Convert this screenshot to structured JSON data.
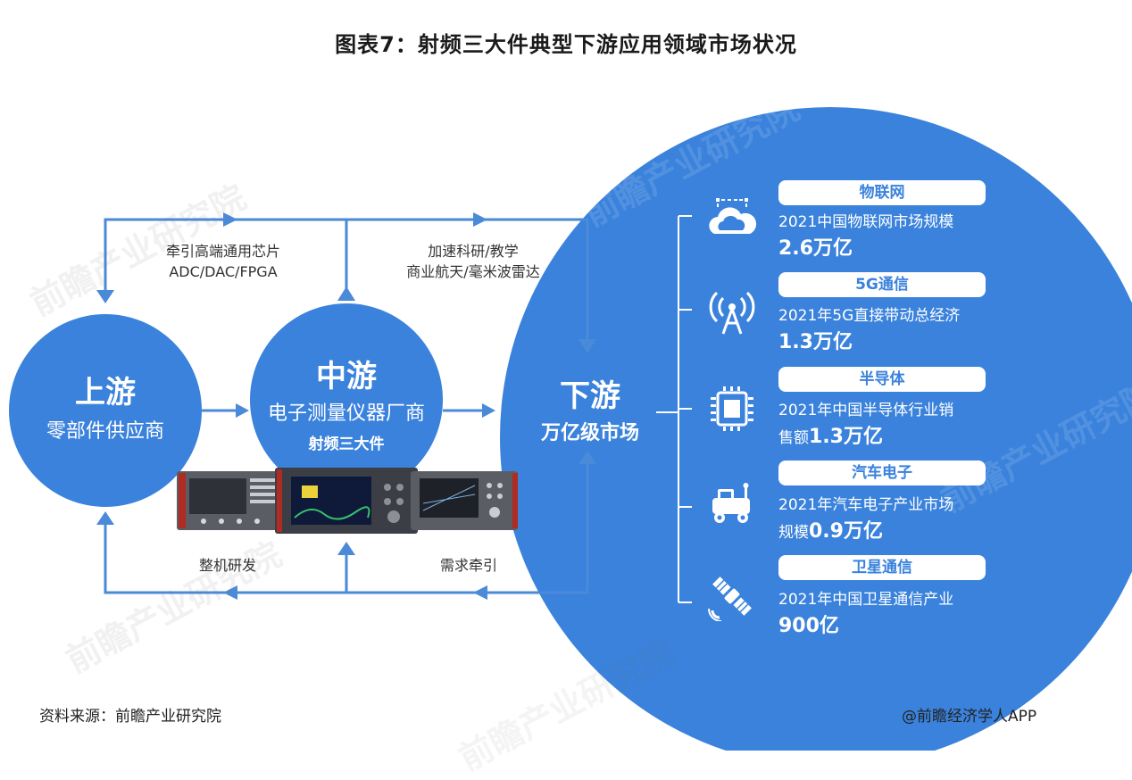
{
  "title": "图表7：射频三大件典型下游应用领域市场状况",
  "upstream": {
    "name": "上游",
    "desc": "零部件供应商"
  },
  "midstream": {
    "name": "中游",
    "desc": "电子测量仪器厂商",
    "sub": "射频三大件"
  },
  "downstream": {
    "name": "下游",
    "desc": "万亿级市场"
  },
  "flows": {
    "top_left": [
      "牵引高端通用芯片",
      "ADC/DAC/FPGA"
    ],
    "top_right": [
      "加速科研/教学",
      "商业航天/毫米波雷达"
    ],
    "bottom_left": "整机研发",
    "bottom_right": "需求牵引"
  },
  "items": [
    {
      "name": "物联网",
      "icon": "cloud-network-icon",
      "line1": "2021中国物联网市场规模",
      "line2_pre": "",
      "value": "2.6万亿"
    },
    {
      "name": "5G通信",
      "icon": "antenna-tower-icon",
      "line1": "2021年5G直接带动总经济",
      "line2_pre": "",
      "value": "1.3万亿"
    },
    {
      "name": "半导体",
      "icon": "chip-icon",
      "line1": "2021年中国半导体行业销",
      "line2_pre": "售额",
      "value": "1.3万亿"
    },
    {
      "name": "汽车电子",
      "icon": "vehicle-icon",
      "line1": "2021年汽车电子产业市场",
      "line2_pre": "规模",
      "value": "0.9万亿"
    },
    {
      "name": "卫星通信",
      "icon": "satellite-icon",
      "line1": "2021年中国卫星通信产业",
      "line2_pre": "",
      "value": "900亿"
    }
  ],
  "footer": {
    "source": "资料来源：前瞻产业研究院",
    "brand": "@前瞻经济学人APP"
  },
  "watermark": "前瞻产业研究院",
  "colors": {
    "blue": "#3a82dc",
    "line": "#4a8ad8"
  }
}
